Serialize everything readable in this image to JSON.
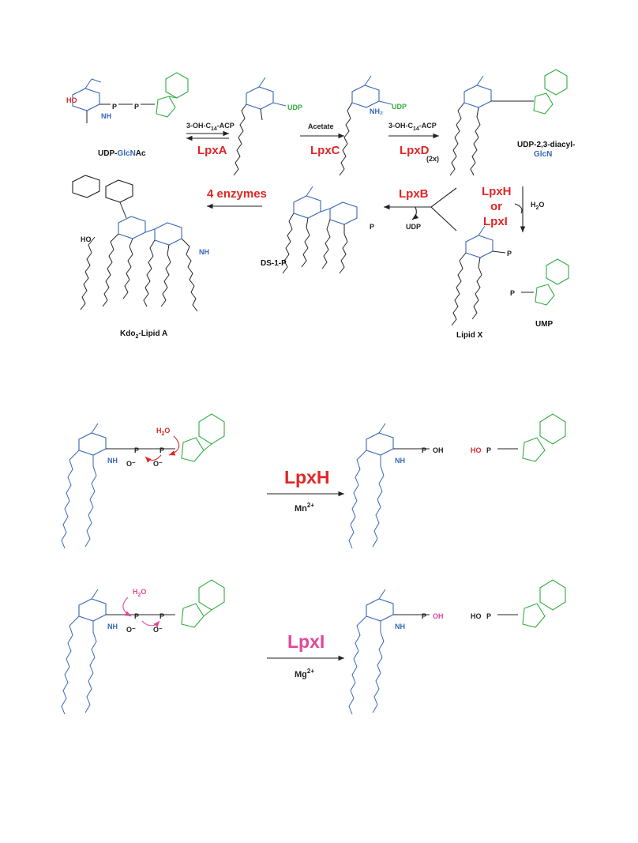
{
  "colors": {
    "enzyme": "#e02626",
    "lpxI": "#e0479a",
    "sugar": "#3566b8",
    "nucleotide": "#2fae3f",
    "ink": "#222222",
    "water": "#e02626"
  },
  "top_panel": {
    "compounds": {
      "udp_glcnac": {
        "prefix": "UDP-",
        "glcn": "GlcN",
        "suffix": "Ac"
      },
      "udp_diacyl": {
        "line1": "UDP-2,3-diacyl-",
        "line2": "GlcN"
      },
      "ds1p": "DS-1-P",
      "lipid_x": "Lipid X",
      "ump": "UMP",
      "kdo2": {
        "prefix": "Kdo",
        "sub": "2",
        "suffix": "-Lipid A"
      }
    },
    "enzymes": {
      "lpxa": "LpxA",
      "lpxc": "LpxC",
      "lpxd": "LpxD",
      "lpxb": "LpxB",
      "lpxh": "LpxH",
      "or": "or",
      "lpxi": "LpxI",
      "four": "4 enzymes"
    },
    "cofactors": {
      "acp_a": {
        "pre": "3-OH-C",
        "sub": "14",
        "post": "-ACP"
      },
      "acetate": "Acetate",
      "acp_d": {
        "pre": "3-OH-C",
        "sub": "14",
        "post": "-ACP"
      },
      "two_x": "(2x)",
      "h2o": {
        "pre": "H",
        "sub": "2",
        "post": "O"
      },
      "udp": "UDP"
    }
  },
  "bottom_panel": {
    "lpxh_reaction": {
      "enzyme": "LpxH",
      "metal": {
        "base": "Mn",
        "sup": "2+"
      },
      "water": {
        "pre": "H",
        "sub": "2",
        "post": "O"
      }
    },
    "lpxi_reaction": {
      "enzyme": "LpxI",
      "metal": {
        "base": "Mg",
        "sup": "2+"
      },
      "water": {
        "pre": "H",
        "sub": "2",
        "post": "O"
      }
    }
  },
  "structure_labels": {
    "ho": "HO",
    "oh": "OH",
    "nh": "NH",
    "o": "O",
    "p": "P",
    "o_minus": "O⁻",
    "udp": "UDP",
    "nh2": "NH₂"
  }
}
